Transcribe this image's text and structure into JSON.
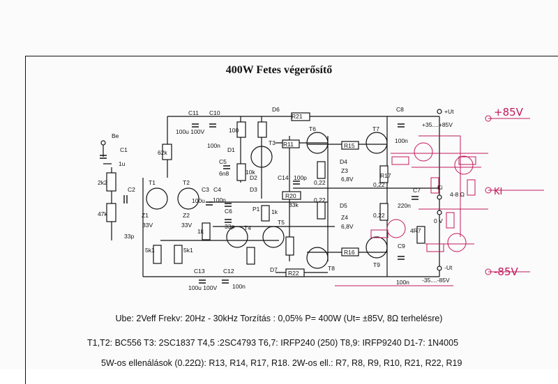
{
  "title": "400W Fetes végerősítő",
  "input": {
    "label": "Be"
  },
  "components": {
    "C1": {
      "name": "C1",
      "value": "1u"
    },
    "R2k2": {
      "value": "2k2"
    },
    "R47k": {
      "value": "47k"
    },
    "C2": {
      "name": "C2",
      "value": "33p"
    },
    "R62k": {
      "value": "62k"
    },
    "C11": {
      "name": "C11",
      "value": "100u 100V"
    },
    "C10": {
      "name": "C10",
      "value": "100n"
    },
    "C5": {
      "name": "C5",
      "value": "6n8"
    },
    "D1": "D1",
    "D2": "D2",
    "D3": "D3",
    "D6": "D6",
    "D7": "D7",
    "R100a": "100",
    "R10k": "10k",
    "T1": "T1",
    "T2": "T2",
    "T3": "T3",
    "T4": "T4",
    "T5": "T5",
    "T6": "T6",
    "T7": "T7",
    "T8": "T8",
    "T9": "T9",
    "Z1": {
      "name": "Z1",
      "value": "33V"
    },
    "Z2": {
      "name": "Z2",
      "value": "33V"
    },
    "Z3": {
      "name": "Z3",
      "value": "6,8V"
    },
    "Z4": {
      "name": "Z4",
      "value": "6,8V"
    },
    "C3": "C3",
    "C4": "C4",
    "C4v": "100n",
    "C3v": "100u",
    "C6": {
      "name": "C6",
      "value": "33p"
    },
    "C14": {
      "name": "C14",
      "value": "100p"
    },
    "R20": {
      "name": "R20",
      "value": "33k"
    },
    "P1": {
      "name": "P1",
      "value": "1k"
    },
    "R1k": "1k",
    "R5k1a": "5k1",
    "R5k1b": "5k1",
    "R11": "R11",
    "R15": "R15",
    "R16": "R16",
    "R17": "R17",
    "R21": "R21",
    "R22": "R22",
    "R022a": "0,22",
    "R022b": "0,22",
    "R022c": "0,22",
    "R022d": "0,22",
    "D4": "D4",
    "D5": "D5",
    "C8": {
      "name": "C8",
      "value": "100n"
    },
    "C9": {
      "name": "C9",
      "value": "100n"
    },
    "C7": {
      "name": "C7",
      "value": "220n"
    },
    "R4R7": "4R7",
    "C13": {
      "name": "C13",
      "value": "100u 100V"
    },
    "C12": {
      "name": "C12",
      "value": "100n"
    }
  },
  "supply": {
    "pos_label": "+Ut",
    "pos_range": "+35....+85V",
    "neg_label": "-Ut",
    "neg_range": "-35....-85V",
    "output": "Ki",
    "load": "4-8 Ω",
    "ground": "0 V"
  },
  "handwritten": {
    "pos": "+85V",
    "neg": "-85V",
    "ki": "KI"
  },
  "specs": {
    "line1": "Ube: 2Veff    Frekv: 20Hz - 30kHz   Torzítás : 0,05%  P= 400W (Ut= ±85V,    8Ω  terhelésre)",
    "line2": "T1,T2: BC556    T3: 2SC1837    T4,5 :2SC4793     T6,7: IRFP240 (250)    T8,9: IRFP9240     D1-7: 1N4005",
    "line3": "5W-os ellenálások (0.22Ω): R13, R14, R17, R18.     2W-os ell.: R7, R8, R9, R10, R21, R22, R19"
  }
}
